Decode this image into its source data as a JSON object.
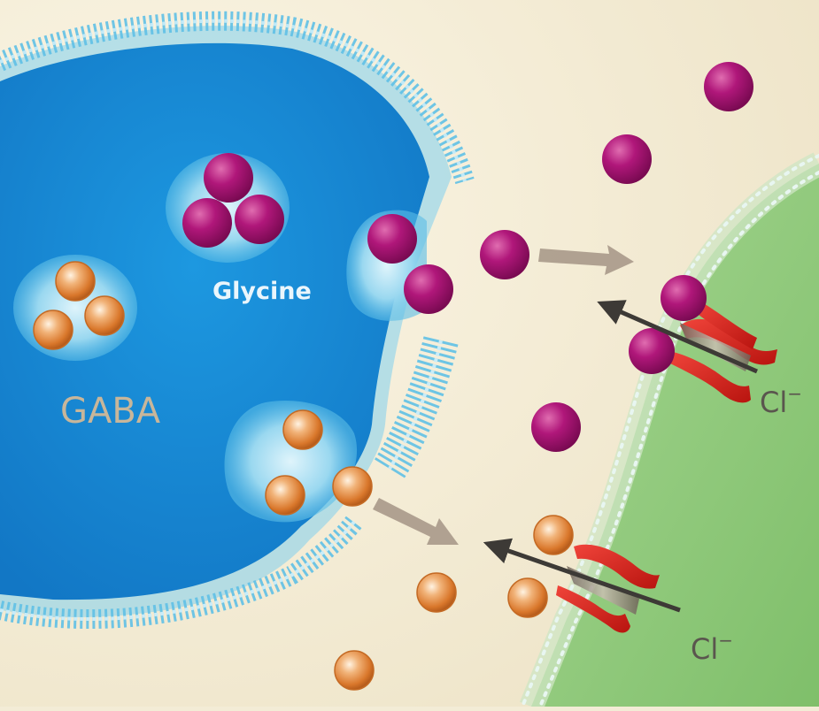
{
  "labels": {
    "glycine": "Glycine",
    "gaba": "GABA",
    "chloride_upper": "Cl",
    "chloride_lower": "Cl",
    "chloride_charge": "−"
  },
  "colors": {
    "background": "#f3ecd6",
    "postsynaptic_cell": "#8fca7d",
    "presynaptic_terminal": "#1a8fd8",
    "membrane_lipid": "#5fc0e6",
    "glycine_molecule": "#a1126e",
    "gaba_molecule": "#d97a2e",
    "receptor": "#e0211b",
    "release_arrow": "#a8998a",
    "chloride_arrow": "#3d3a36"
  },
  "icons": [
    "glycine-molecule-icon",
    "gaba-molecule-icon",
    "glycine-receptor-icon",
    "gaba-receptor-icon"
  ]
}
